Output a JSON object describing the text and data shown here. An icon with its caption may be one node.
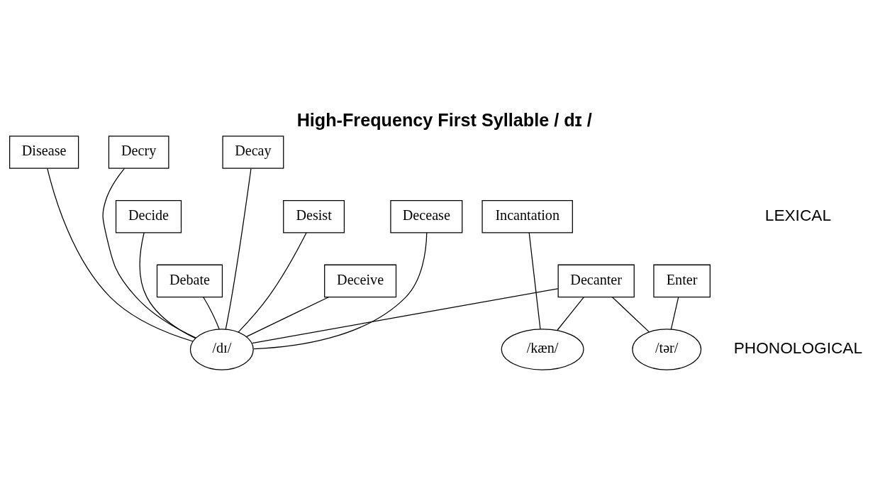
{
  "diagram": {
    "title": "High-Frequency First Syllable / dɪ /",
    "nodes": [
      {
        "text": [
          "Decry"
        ]
      },
      {
        "text": [
          "Disease"
        ]
      },
      {
        "text": [
          "Decay"
        ]
      },
      {
        "text": [
          "Decide"
        ]
      },
      {
        "text": [
          "Desist"
        ]
      },
      {
        "text": [
          "Decease"
        ]
      },
      {
        "text": [
          "Incantation"
        ]
      },
      {
        "text": [
          "Debate"
        ]
      },
      {
        "text": [
          "Deceive"
        ]
      },
      {
        "text": [
          "Decanter"
        ]
      },
      {
        "text": [
          "Enter"
        ]
      },
      {
        "text": [
          "/dɪ/"
        ]
      },
      {
        "text": [
          "/kæn/"
        ]
      },
      {
        "text": [
          "/tər/"
        ]
      }
    ],
    "edges": [
      {
        "from": 7,
        "to": 11,
        "arrow": "none"
      },
      {
        "from": 3,
        "to": 11,
        "arrow": "none"
      },
      {
        "from": 0,
        "to": 11,
        "arrow": "none"
      },
      {
        "from": 4,
        "to": 11,
        "arrow": "none"
      },
      {
        "from": 8,
        "to": 11,
        "arrow": "none"
      },
      {
        "from": 2,
        "to": 11,
        "arrow": "none"
      },
      {
        "from": 1,
        "to": 11,
        "arrow": "none"
      },
      {
        "from": 5,
        "to": 11,
        "arrow": "none"
      },
      {
        "from": 9,
        "to": 11,
        "arrow": "none"
      },
      {
        "from": 9,
        "to": 12,
        "arrow": "none"
      },
      {
        "from": 9,
        "to": 13,
        "arrow": "none"
      },
      {
        "from": 6,
        "to": 12,
        "arrow": "none"
      },
      {
        "from": 10,
        "to": 13,
        "arrow": "none"
      }
    ],
    "labels": [
      "LEXICAL",
      "PHONOLOGICAL"
    ]
  }
}
